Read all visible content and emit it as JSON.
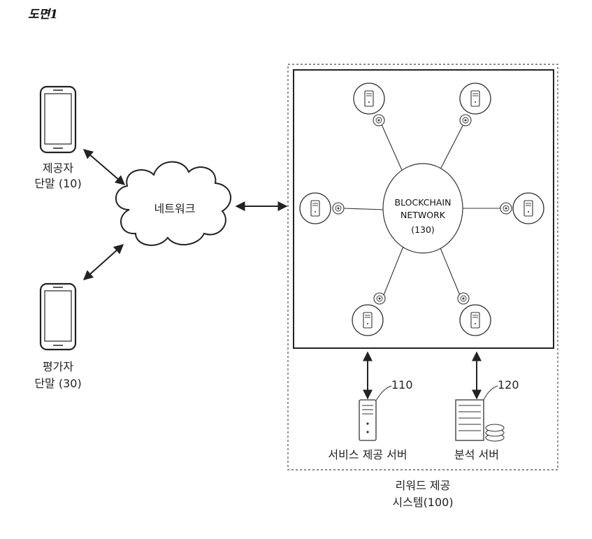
{
  "figure_label": "도면1",
  "provider_terminal": {
    "line1": "제공자",
    "line2": "단말 (10)"
  },
  "evaluator_terminal": {
    "line1": "평가자",
    "line2": "단말 (30)"
  },
  "network": {
    "label": "네트워크"
  },
  "blockchain": {
    "line1": "BLOCKCHAIN",
    "line2": "NETWORK",
    "line3": "(130)"
  },
  "service_server": {
    "ref": "110",
    "label": "서비스 제공 서버"
  },
  "analysis_server": {
    "ref": "120",
    "label": "분석 서버"
  },
  "system": {
    "line1": "리워드 제공",
    "line2": "시스템(100)"
  },
  "colors": {
    "line": "#222222",
    "dash": "#666666",
    "node_fill": "#ffffff"
  }
}
